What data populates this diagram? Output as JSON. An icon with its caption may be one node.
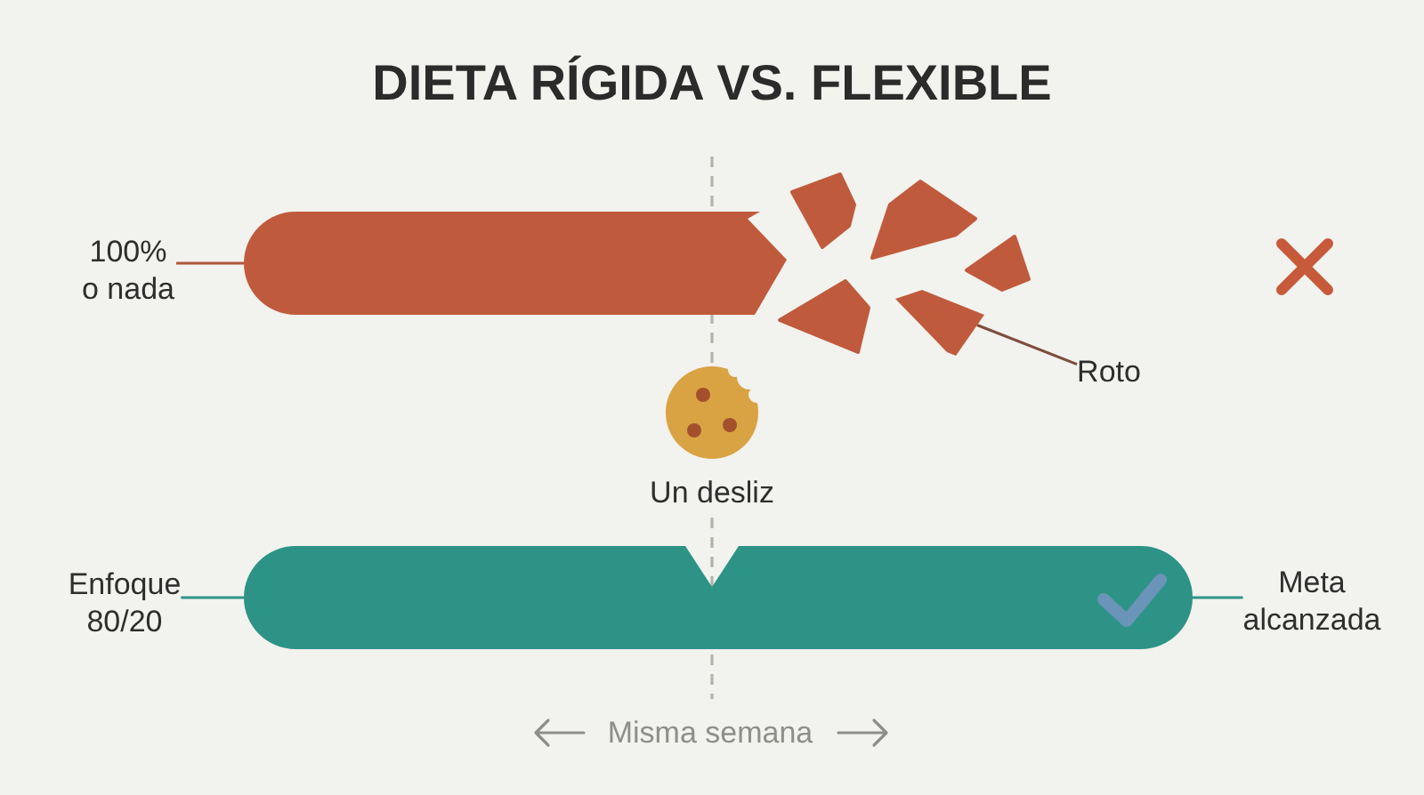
{
  "diagram": {
    "title": "DIETA RÍGIDA VS. FLEXIBLE",
    "nodes": [
      {
        "text": [
          "100% o nada"
        ]
      },
      {
        "text": [],
        "shape": "bar"
      },
      {
        "text": [],
        "shape": "polygon"
      },
      {
        "text": [
          "Roto"
        ]
      },
      {
        "text": [
          "Enfoque 80/20"
        ]
      },
      {
        "text": [],
        "shape": "bar"
      },
      {
        "text": [
          "Meta alcanzada"
        ]
      }
    ],
    "edges": [
      {
        "from": 0,
        "to": 1,
        "arrow": "none",
        "color": "#b0573d"
      },
      {
        "from": 3,
        "to": 2,
        "arrow": "none",
        "color": "#7e4d3d"
      },
      {
        "from": 4,
        "to": 5,
        "arrow": "none"
      },
      {
        "from": 5,
        "to": 6,
        "arrow": "none"
      }
    ],
    "labels": [
      "Un desliz",
      "Misma semana"
    ]
  }
}
